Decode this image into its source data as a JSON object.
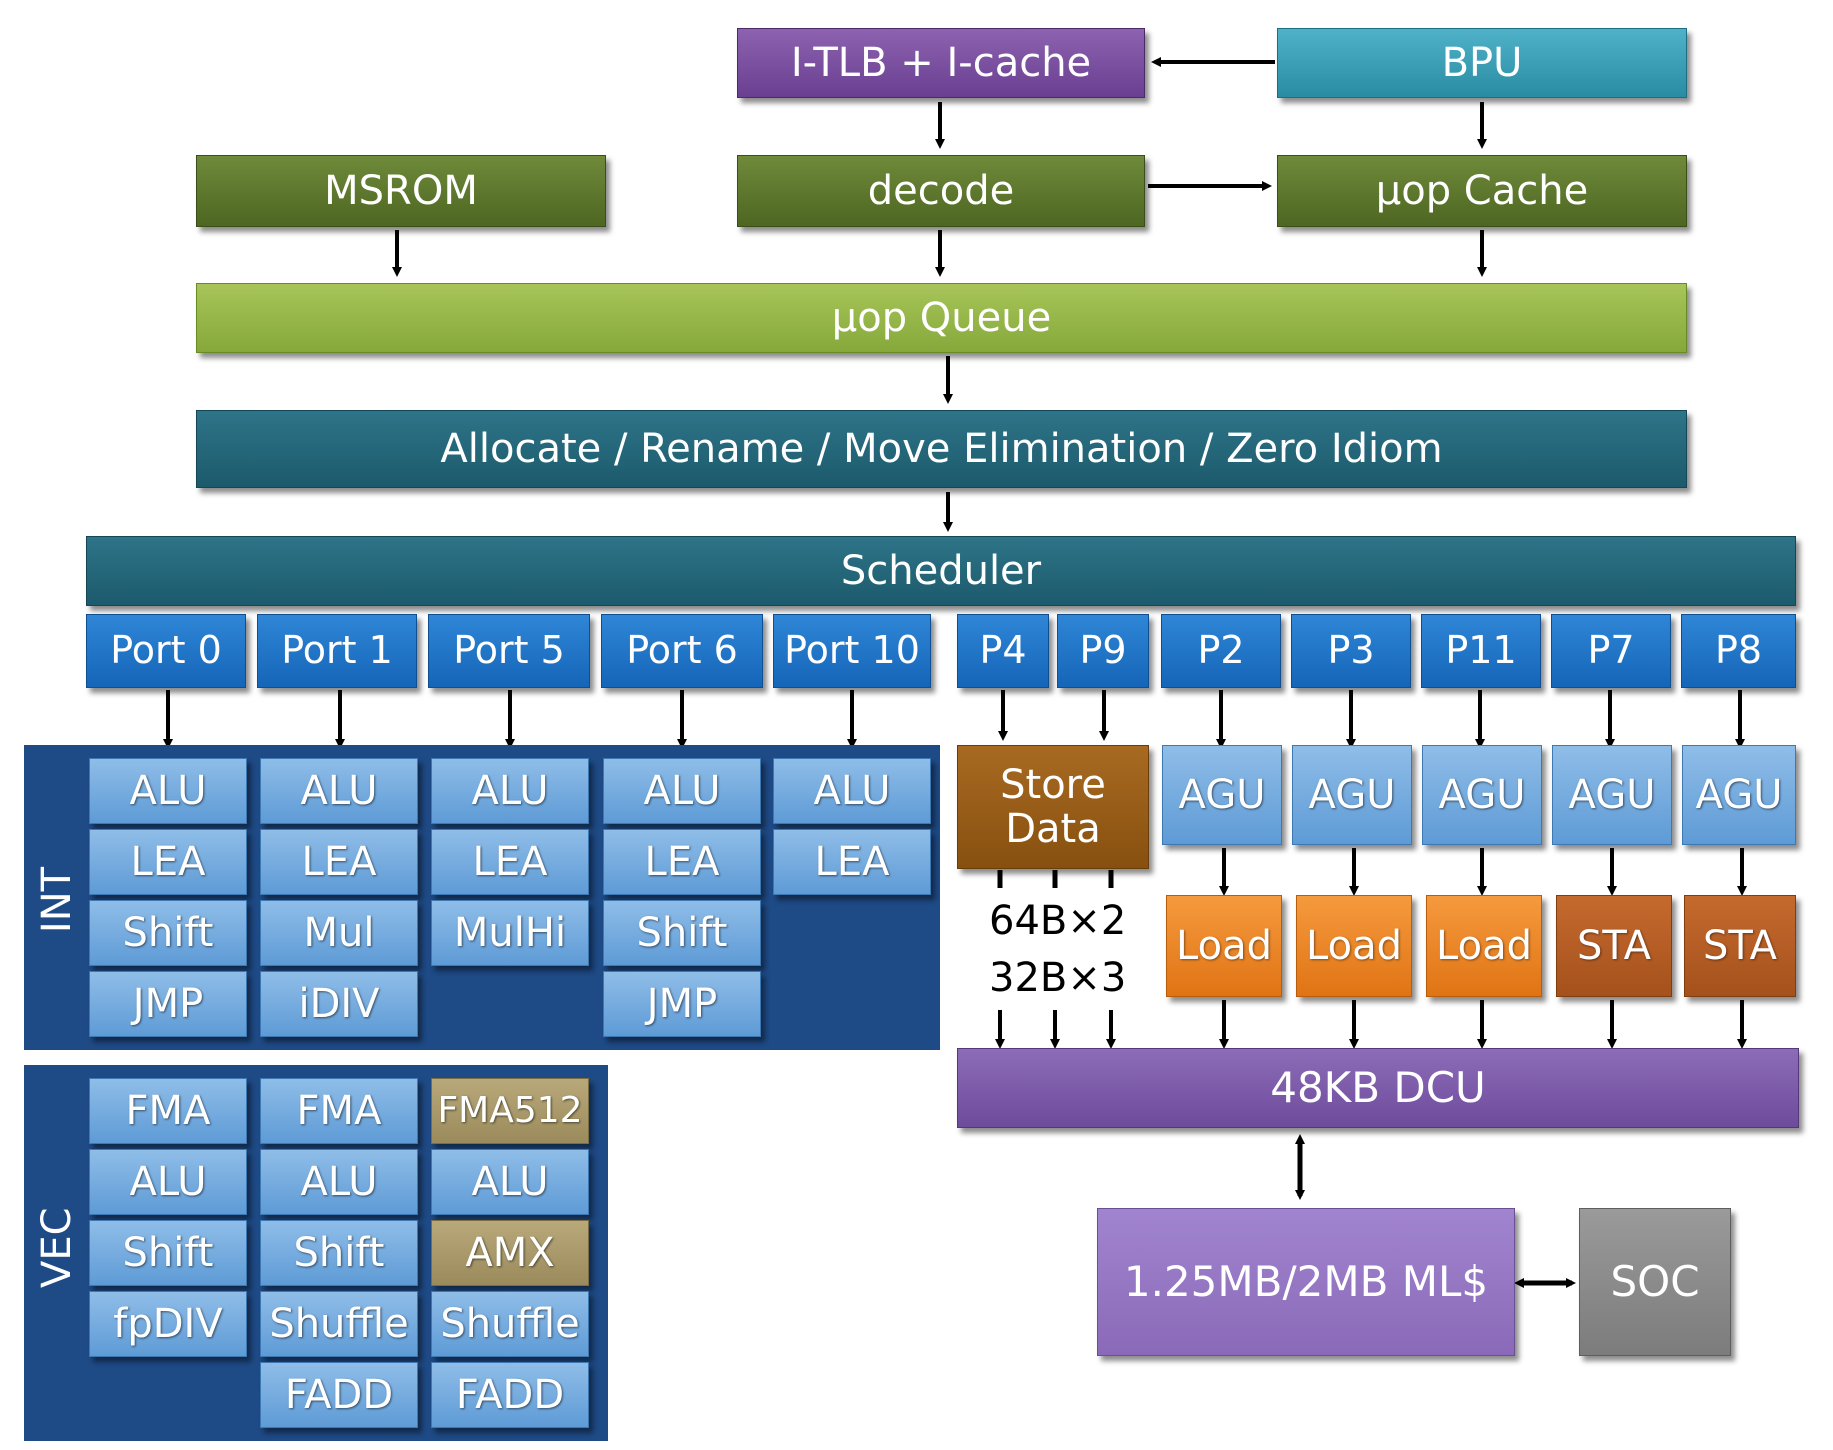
{
  "frontend": {
    "itlb": "I-TLB + I-cache",
    "bpu": "BPU",
    "msrom": "MSROM",
    "decode": "decode",
    "uop_cache": "µop Cache",
    "uop_queue": "µop Queue",
    "allocate": "Allocate / Rename / Move Elimination / Zero Idiom",
    "scheduler": "Scheduler"
  },
  "ports": [
    "Port 0",
    "Port 1",
    "Port 5",
    "Port 6",
    "Port 10",
    "P4",
    "P9",
    "P2",
    "P3",
    "P11",
    "P7",
    "P8"
  ],
  "int": {
    "label": "INT",
    "columns": [
      [
        "ALU",
        "LEA",
        "Shift",
        "JMP"
      ],
      [
        "ALU",
        "LEA",
        "Mul",
        "iDIV"
      ],
      [
        "ALU",
        "LEA",
        "MulHi"
      ],
      [
        "ALU",
        "LEA",
        "Shift",
        "JMP"
      ],
      [
        "ALU",
        "LEA"
      ]
    ]
  },
  "vec": {
    "label": "VEC",
    "columns": [
      [
        "FMA",
        "ALU",
        "Shift",
        "fpDIV"
      ],
      [
        "FMA",
        "ALU",
        "Shift",
        "Shuffle",
        "FADD"
      ],
      [
        "FMA512",
        "ALU",
        "AMX",
        "Shuffle",
        "FADD"
      ]
    ]
  },
  "memory": {
    "store_data_line1": "Store",
    "store_data_line2": "Data",
    "agu": [
      "AGU",
      "AGU",
      "AGU",
      "AGU",
      "AGU"
    ],
    "lsu": [
      "Load",
      "Load",
      "Load",
      "STA",
      "STA"
    ],
    "width1": "64B×2",
    "width2": "32B×3",
    "dcu": "48KB DCU",
    "mlc": "1.25MB/2MB ML$",
    "soc": "SOC"
  },
  "colors": {
    "panel": "#1e4a86",
    "port": "#1565b8",
    "unit": "#6fa6dc",
    "special_unit": "#a89868",
    "load": "#e88022",
    "sta": "#b05a22",
    "store_data": "#935a16"
  }
}
